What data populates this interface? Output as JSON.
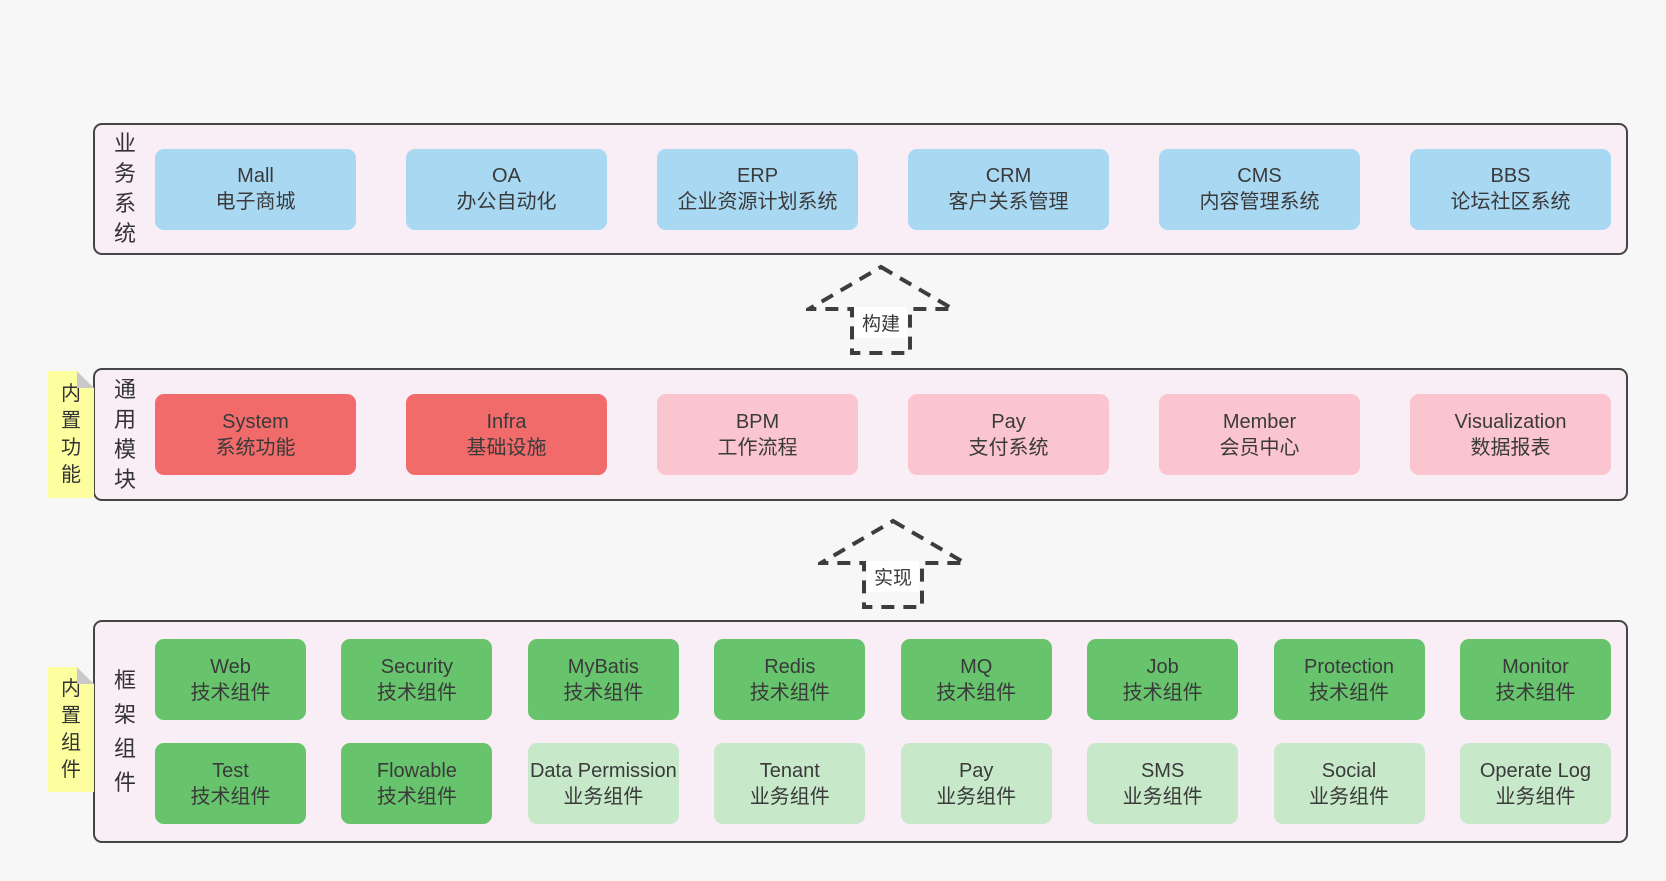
{
  "colors": {
    "page_background": "#f7f7f7",
    "container_fill": "#f9edf6",
    "container_border": "#454545",
    "node_blue": "#a9d8f3",
    "node_red": "#f16b6b",
    "node_pink": "#fac5ce",
    "node_green": "#67c46d",
    "node_lightgreen": "#c7e9c9",
    "note_yellow": "#fdff9e",
    "note_fold_gray": "#c9c9c9",
    "text": "#3a3a3a"
  },
  "arrows": {
    "build": {
      "label": "构建"
    },
    "implement": {
      "label": "实现"
    }
  },
  "layers": {
    "business": {
      "label": "业务系统",
      "boxes": [
        {
          "title": "Mall",
          "subtitle": "电子商城"
        },
        {
          "title": "OA",
          "subtitle": "办公自动化"
        },
        {
          "title": "ERP",
          "subtitle": "企业资源计划系统"
        },
        {
          "title": "CRM",
          "subtitle": "客户关系管理"
        },
        {
          "title": "CMS",
          "subtitle": "内容管理系统"
        },
        {
          "title": "BBS",
          "subtitle": "论坛社区系统"
        }
      ]
    },
    "modules": {
      "note": "内置功能",
      "label": "通用模块",
      "boxes": [
        {
          "title": "System",
          "subtitle": "系统功能"
        },
        {
          "title": "Infra",
          "subtitle": "基础设施"
        },
        {
          "title": "BPM",
          "subtitle": "工作流程"
        },
        {
          "title": "Pay",
          "subtitle": "支付系统"
        },
        {
          "title": "Member",
          "subtitle": "会员中心"
        },
        {
          "title": "Visualization",
          "subtitle": "数据报表"
        }
      ]
    },
    "components": {
      "note": "内置组件",
      "label": "框架组件",
      "rows": [
        [
          {
            "title": "Web",
            "subtitle": "技术组件"
          },
          {
            "title": "Security",
            "subtitle": "技术组件"
          },
          {
            "title": "MyBatis",
            "subtitle": "技术组件"
          },
          {
            "title": "Redis",
            "subtitle": "技术组件"
          },
          {
            "title": "MQ",
            "subtitle": "技术组件"
          },
          {
            "title": "Job",
            "subtitle": "技术组件"
          },
          {
            "title": "Protection",
            "subtitle": "技术组件"
          },
          {
            "title": "Monitor",
            "subtitle": "技术组件"
          }
        ],
        [
          {
            "title": "Test",
            "subtitle": "技术组件"
          },
          {
            "title": "Flowable",
            "subtitle": "技术组件"
          },
          {
            "title": "Data Permission",
            "subtitle": "业务组件"
          },
          {
            "title": "Tenant",
            "subtitle": "业务组件"
          },
          {
            "title": "Pay",
            "subtitle": "业务组件"
          },
          {
            "title": "SMS",
            "subtitle": "业务组件"
          },
          {
            "title": "Social",
            "subtitle": "业务组件"
          },
          {
            "title": "Operate Log",
            "subtitle": "业务组件"
          }
        ]
      ]
    }
  }
}
